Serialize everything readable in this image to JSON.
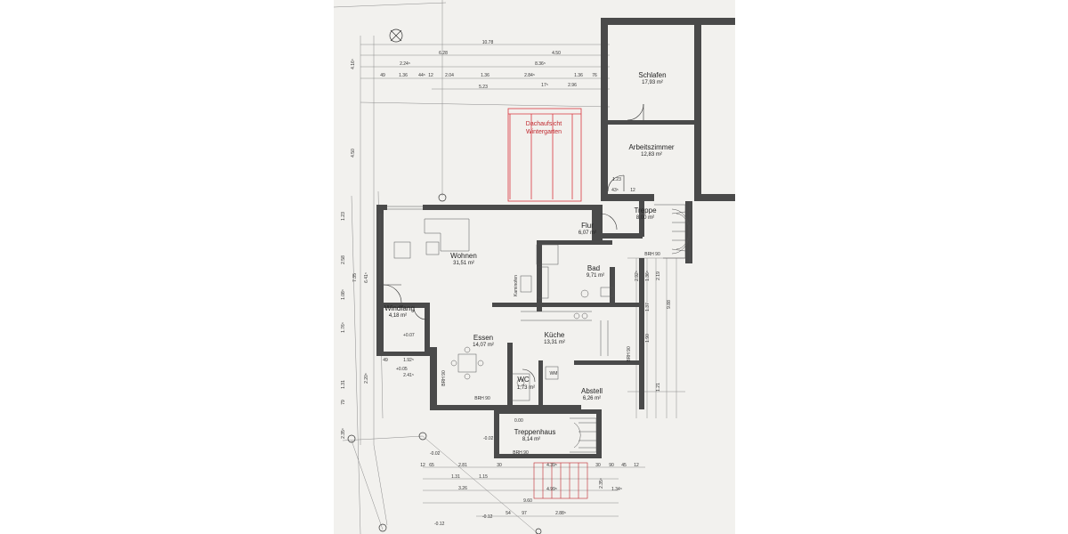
{
  "rooms": {
    "schlafen": {
      "name": "Schlafen",
      "area": "17,93 m²"
    },
    "arbeitszimmer": {
      "name": "Arbeitszimmer",
      "area": "12,83 m²"
    },
    "treppe": {
      "name": "Treppe",
      "area": "8,00 m²"
    },
    "flur": {
      "name": "Flur",
      "area": "6,07 m²"
    },
    "wohnen": {
      "name": "Wohnen",
      "area": "31,51 m²"
    },
    "bad": {
      "name": "Bad",
      "area": "9,71 m²"
    },
    "windfang": {
      "name": "Windfang",
      "area": "4,18 m²"
    },
    "essen": {
      "name": "Essen",
      "area": "14,07 m²"
    },
    "kueche": {
      "name": "Küche",
      "area": "13,31 m²"
    },
    "wc": {
      "name": "WC",
      "area": "1,73 m²"
    },
    "abstell": {
      "name": "Abstell",
      "area": "6,26 m²"
    },
    "treppenhaus": {
      "name": "Treppenhaus",
      "area": "8,14 m²"
    }
  },
  "wintergarten": {
    "line1": "Dachaufsicht",
    "line2": "Wintergarten"
  },
  "dims_top": {
    "d1": "10.78",
    "d2": "6.28",
    "d3": "4.50",
    "d4": "2.24⁵",
    "d5": "8.36⁵",
    "d6": "49",
    "d7": "1.36",
    "d8": "44⁵",
    "d9": "12",
    "d10": "2.04",
    "d11": "1.36",
    "d12": "2.84⁵",
    "d13": "1.36",
    "d14": "76",
    "d15": "5.23",
    "d16": "17⁵",
    "d17": "2.96"
  },
  "dims_left": {
    "a": "4.16⁵",
    "b": "4.50",
    "c": "1.23",
    "d": "2.58",
    "e": "7.35",
    "f": "6.41⁵",
    "g": "1.08⁵",
    "h": "1.76⁵",
    "i": "2.20⁵",
    "j": "1.31",
    "k": "79",
    "l": "2.35⁵"
  },
  "dims_mid": {
    "a": "1.92⁵",
    "b": "2.41⁵",
    "c": "49",
    "d": "1.23",
    "e": "43⁵",
    "f": "12",
    "g": "2.92⁵",
    "h": "1.36⁵",
    "i": "2.19",
    "j": "9.88",
    "k": "1.37",
    "l": "1.90",
    "m": "1.21"
  },
  "dims_bottom": {
    "a": "2.81",
    "b": "30",
    "c": "1.31",
    "d": "1.15",
    "e": "3.26",
    "f": "9.60",
    "g": "4.39⁵",
    "h": "30",
    "i": "90",
    "j": "45",
    "k": "12",
    "l": "4.99⁵",
    "m": "2.35⁵",
    "n": "1.34⁵",
    "o": "54",
    "p": "97",
    "q": "2.88⁵",
    "r": "12",
    "s": "65"
  },
  "levels": {
    "a": "+0.07",
    "b": "+0.05",
    "c": "0.00",
    "d": "-0.02",
    "e": "-0.02",
    "f": "-0.12",
    "g": "-0.12"
  },
  "notes": {
    "brh1": "BRH 90",
    "brh2": "BRH 90",
    "brh3": "BRH 90",
    "brh4": "BRH 90",
    "brh5": "BRH 90",
    "wm": "WM",
    "kamin": "Kaminofen"
  }
}
